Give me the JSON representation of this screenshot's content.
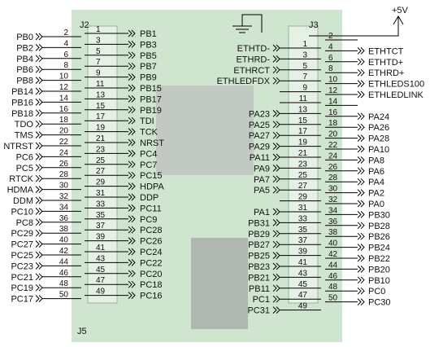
{
  "board": {
    "j2_label": "J2",
    "j3_label": "J3",
    "j5_label": "J5",
    "vcc_label": "+5V",
    "colors": {
      "board": "#cfe5cf",
      "board_dark": "#b7d4b7",
      "chip": "#c9cec9",
      "line": "#000000"
    }
  },
  "j2": {
    "left_names": [
      "PB0",
      "PB2",
      "PB4",
      "PB6",
      "PB8",
      "PB14",
      "PB16",
      "PB18",
      "TDO",
      "TMS",
      "NTRST",
      "PC6",
      "PC5",
      "RTCK",
      "HDMA",
      "DDM",
      "PC10",
      "PC8",
      "PC29",
      "PC27",
      "PC25",
      "PC23",
      "PC21",
      "PC19",
      "PC17"
    ],
    "even_pins": [
      "2",
      "4",
      "6",
      "8",
      "10",
      "12",
      "14",
      "16",
      "18",
      "20",
      "22",
      "24",
      "26",
      "28",
      "30",
      "32",
      "34",
      "36",
      "38",
      "40",
      "42",
      "44",
      "46",
      "48",
      "50"
    ],
    "odd_pins": [
      "1",
      "3",
      "5",
      "7",
      "9",
      "11",
      "13",
      "15",
      "17",
      "19",
      "21",
      "23",
      "25",
      "27",
      "29",
      "31",
      "33",
      "35",
      "37",
      "39",
      "41",
      "43",
      "45",
      "47",
      "49"
    ],
    "right_names": [
      "PB1",
      "PB3",
      "PB5",
      "PB7",
      "PB9",
      "PB15",
      "PB17",
      "PB19",
      "TDI",
      "TCK",
      "NRST",
      "PC4",
      "PC7",
      "PC15",
      "HDPA",
      "DDP",
      "PC11",
      "PC9",
      "PC28",
      "PC26",
      "PC24",
      "PC22",
      "PC20",
      "PC18",
      "PC16"
    ]
  },
  "j3": {
    "inner_names": [
      "",
      "ETHTD-",
      "ETHRD-",
      "ETHRCT",
      "ETHLEDFDX",
      "",
      "",
      "PA23",
      "PA25",
      "PA27",
      "PA29",
      "PA11",
      "PA9",
      "PA7",
      "PA5",
      "",
      "PA1",
      "PB31",
      "PB29",
      "PB27",
      "PB25",
      "PB23",
      "PB21",
      "PB11",
      "PC1",
      "PC31"
    ],
    "odd_pins": [
      "1",
      "3",
      "5",
      "7",
      "9",
      "11",
      "13",
      "15",
      "17",
      "19",
      "21",
      "23",
      "25",
      "27",
      "29",
      "31",
      "33",
      "35",
      "37",
      "39",
      "41",
      "43",
      "45",
      "47",
      "49"
    ],
    "inner_list": [
      "ETHTD-",
      "ETHRD-",
      "ETHRCT",
      "ETHLEDFDX",
      "",
      "",
      "PA23",
      "PA25",
      "PA27",
      "PA29",
      "PA11",
      "PA9",
      "PA7",
      "PA5",
      "",
      "PA1",
      "PB31",
      "PB29",
      "PB27",
      "PB25",
      "PB23",
      "PB21",
      "PB11",
      "PC1",
      "PC31"
    ],
    "even_pins": [
      "2",
      "4",
      "6",
      "8",
      "10",
      "12",
      "14",
      "16",
      "18",
      "20",
      "22",
      "24",
      "26",
      "28",
      "30",
      "32",
      "34",
      "36",
      "38",
      "40",
      "42",
      "44",
      "46",
      "48",
      "50"
    ],
    "outer_names": [
      "",
      "ETHTCT",
      "ETHTD+",
      "ETHRD+",
      "ETHLEDS100",
      "ETHLEDLINK",
      "",
      "PA24",
      "PA26",
      "PA28",
      "PA10",
      "PA8",
      "PA6",
      "PA4",
      "PA2",
      "PA0",
      "PB30",
      "PB28",
      "PB26",
      "PB24",
      "PB22",
      "PB20",
      "PB10",
      "PC0",
      "PC30"
    ]
  }
}
